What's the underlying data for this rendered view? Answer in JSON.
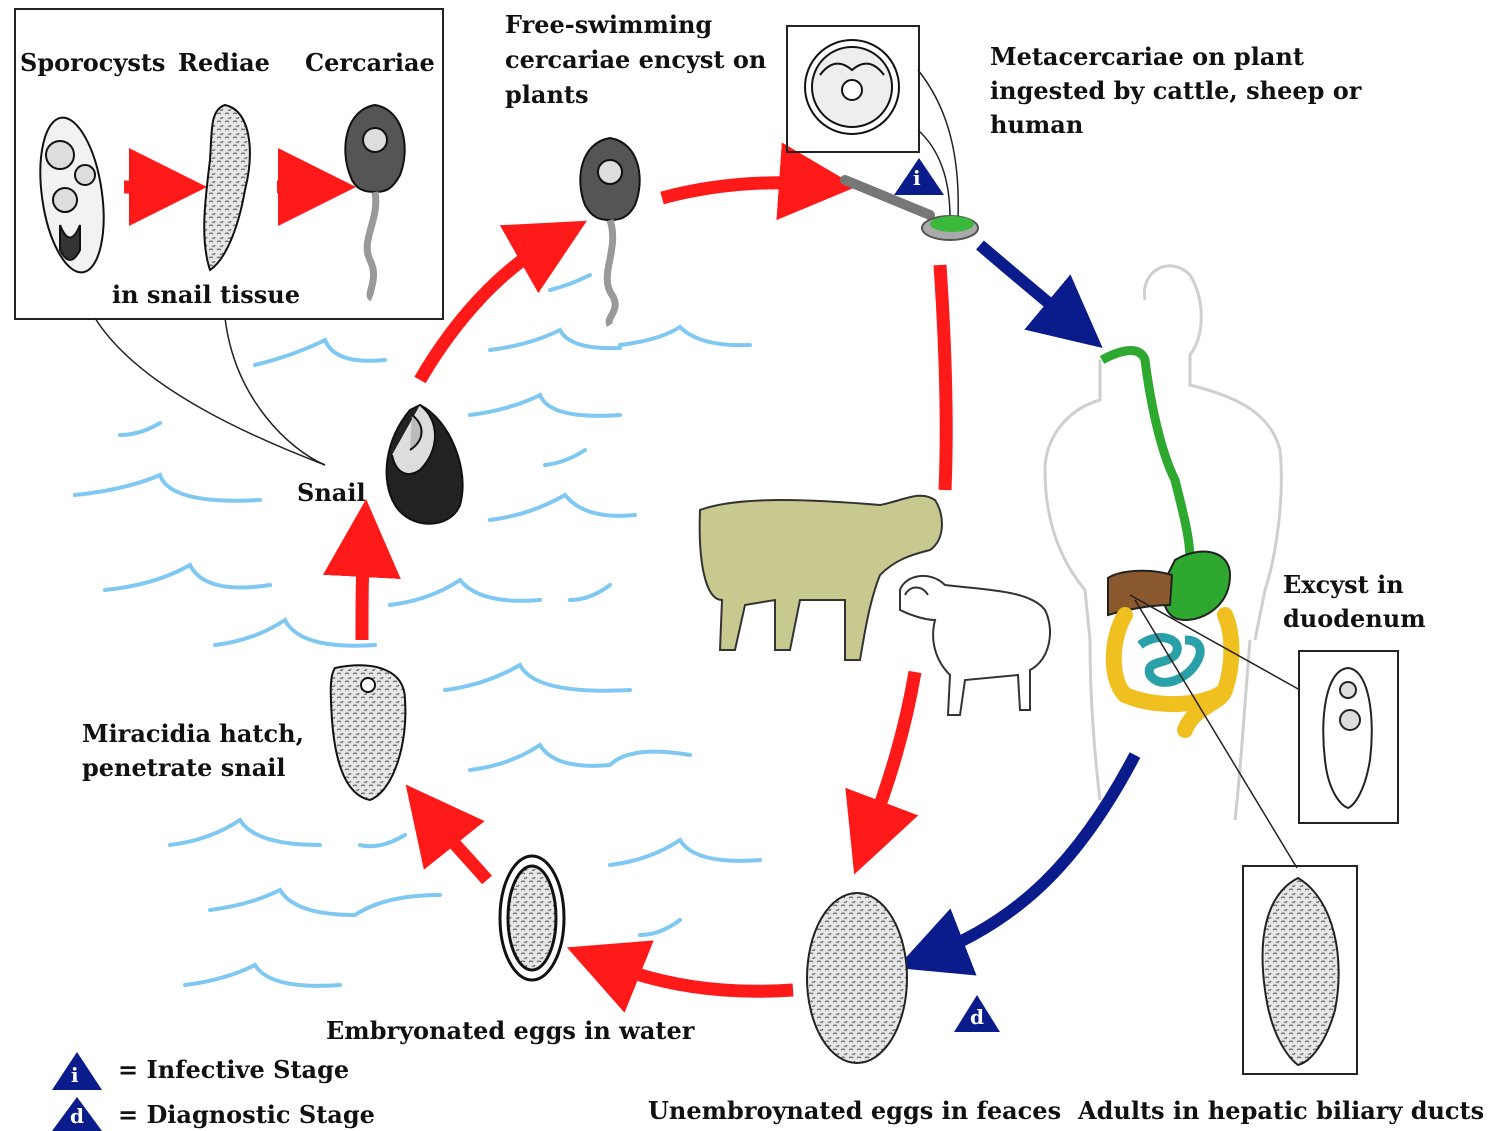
{
  "inset": {
    "sporocysts": "Sporocysts",
    "rediae": "Rediae",
    "cercariae": "Cercariae",
    "caption": "in snail tissue"
  },
  "labels": {
    "free_swimming": [
      "Free-swimming",
      "cercariae encyst on",
      "plants"
    ],
    "metacercariae": [
      "Metacercariae on plant",
      "ingested by cattle, sheep or",
      "human"
    ],
    "snail": "Snail",
    "excyst": [
      "Excyst in",
      "duodenum"
    ],
    "miracidia": [
      "Miracidia hatch,",
      "penetrate snail"
    ],
    "embryonated": "Embryonated eggs in water",
    "unembryonated": "Unembroynated eggs in feaces",
    "adults": "Adults in hepatic biliary ducts"
  },
  "legend": {
    "infective": {
      "symbol": "i",
      "label": "= Infective Stage"
    },
    "diagnostic": {
      "symbol": "d",
      "label": "= Diagnostic Stage"
    }
  },
  "colors": {
    "infection_arrow": "#ff1a1a",
    "host_arrow": "#0a1c8c",
    "water": "#7ec8f2",
    "marker": "#0a1c8c",
    "cow": "#c8c98f",
    "liver": "#8a5a2e",
    "stomach": "#2ea82e",
    "intestine": "#f0c020",
    "small_intestine": "#2aa0a8"
  },
  "icons": [
    "snail-icon",
    "cow-icon",
    "sheep-icon",
    "human-body-icon",
    "spoon-icon",
    "egg-icon",
    "fluke-icon"
  ]
}
